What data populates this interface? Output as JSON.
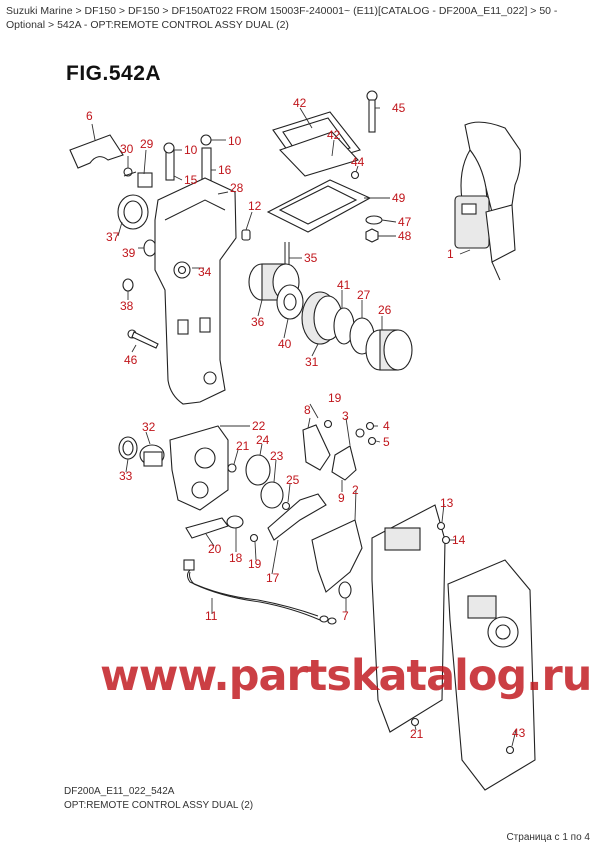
{
  "breadcrumb": "Suzuki Marine > DF150 > DF150 > DF150AT022 FROM 15003F-240001~ (E11)[CATALOG - DF200A_E11_022] > 50 - Optional > 542A - OPT:REMOTE CONTROL ASSY DUAL (2)",
  "figure_title": "FIG.542A",
  "callouts": [
    "42",
    "45",
    "42",
    "44",
    "49",
    "47",
    "48",
    "1",
    "6",
    "30",
    "29",
    "10",
    "10",
    "15",
    "16",
    "28",
    "12",
    "37",
    "39",
    "34",
    "35",
    "41",
    "27",
    "26",
    "38",
    "36",
    "40",
    "31",
    "46",
    "19",
    "8",
    "3",
    "4",
    "5",
    "22",
    "32",
    "21",
    "24",
    "23",
    "33",
    "25",
    "9",
    "2",
    "13",
    "14",
    "20",
    "18",
    "19",
    "17",
    "11",
    "7",
    "21",
    "43"
  ],
  "watermark": "www.partskatalog.ru",
  "footer": {
    "code": "DF200A_E11_022_542A",
    "caption": "OPT:REMOTE CONTROL ASSY DUAL (2)",
    "pager": "Страница с 1 по 4"
  }
}
